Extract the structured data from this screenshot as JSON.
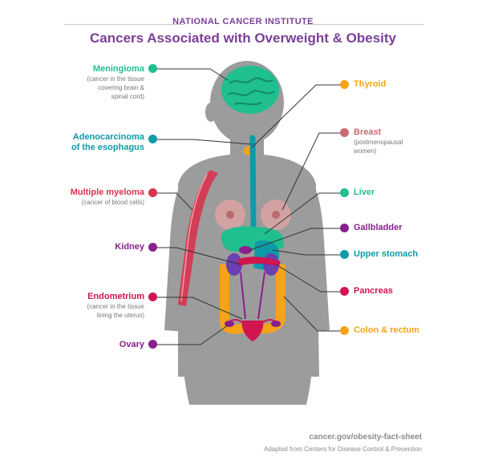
{
  "header": {
    "org": "NATIONAL CANCER INSTITUTE",
    "title": "Cancers Associated with Overweight & Obesity"
  },
  "labels": {
    "meningioma": {
      "name": "Meningioma",
      "note": [
        "(cancer in the tissue",
        "covering brain &",
        "spinal cord)"
      ],
      "color": "#1fbf8f"
    },
    "esophagus": {
      "name": [
        "Adenocarcinoma",
        "of the esophagus"
      ],
      "color": "#0f9aa8"
    },
    "myeloma": {
      "name": "Multiple myeloma",
      "note": [
        "(cancer of blood cells)"
      ],
      "color": "#d9334f"
    },
    "kidney": {
      "name": "Kidney",
      "color": "#8a1f8f"
    },
    "endometrium": {
      "name": "Endometrium",
      "note": [
        "(cancer in the tissue",
        "lining the uterus)"
      ],
      "color": "#d0154f"
    },
    "ovary": {
      "name": "Ovary",
      "color": "#8a1f8f"
    },
    "thyroid": {
      "name": "Thyroid",
      "color": "#f5a31a"
    },
    "breast": {
      "name": "Breast",
      "note": [
        "(postmenopausal",
        "women)"
      ],
      "color": "#c96b73"
    },
    "liver": {
      "name": "Liver",
      "color": "#1fbf8f"
    },
    "gallbladder": {
      "name": "Gallbladder",
      "color": "#8a1f8f"
    },
    "upper_stomach": {
      "name": "Upper stomach",
      "color": "#0f9aa8"
    },
    "pancreas": {
      "name": "Pancreas",
      "color": "#d0154f"
    },
    "colon": {
      "name": "Colon & rectum",
      "color": "#f5a31a"
    }
  },
  "footer": {
    "url": "cancer.gov/obesity-fact-sheet",
    "source": "Adapted from Centers for Disease Control & Prevention"
  },
  "colors": {
    "body": "#9c9c9c",
    "heading": "#7a3f98",
    "leader": "#333333"
  }
}
